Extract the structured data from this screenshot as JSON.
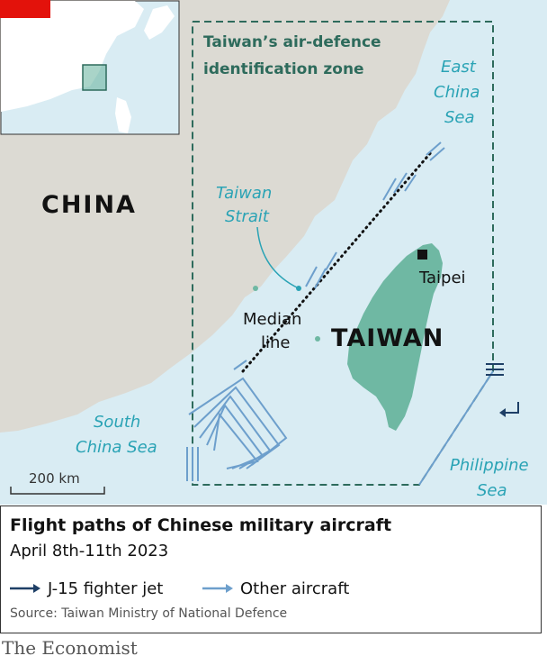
{
  "colors": {
    "sea": "#d9ecf3",
    "land": "#dcdad3",
    "taiwan": "#6fb8a3",
    "adiz": "#2e6b5c",
    "sea_label": "#2aa3b5",
    "j15": "#1e3f66",
    "other": "#6d9fcc",
    "red_tag": "#e3120b"
  },
  "map": {
    "adiz_title_line1": "Taiwan’s air-defence",
    "adiz_title_line2": "identification zone",
    "china_label": "CHINA",
    "taiwan_label": "TAIWAN",
    "taipei_label": "Taipei",
    "median_line_label_1": "Median",
    "median_line_label_2": "line",
    "taiwan_strait_1": "Taiwan",
    "taiwan_strait_2": "Strait",
    "east_china_sea_1": "East",
    "east_china_sea_2": "China",
    "east_china_sea_3": "Sea",
    "south_china_sea_1": "South",
    "south_china_sea_2": "China Sea",
    "philippine_sea_1": "Philippine",
    "philippine_sea_2": "Sea",
    "scale_label": "200 km"
  },
  "legend": {
    "title": "Flight paths of Chinese military aircraft",
    "subtitle": "April 8th-11th 2023",
    "j15_label": "J-15 fighter jet",
    "other_label": "Other aircraft",
    "source": "Source: Taiwan Ministry of National Defence"
  },
  "brand": "The Economist"
}
